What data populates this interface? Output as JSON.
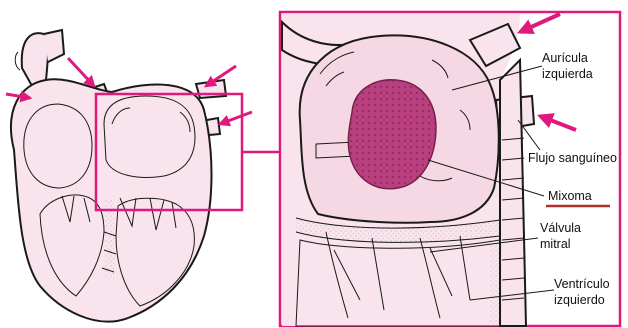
{
  "labels": {
    "auricula": [
      "Aurícula",
      "izquierda"
    ],
    "flujo": "Flujo sanguíneo",
    "mixoma": "Mixoma",
    "valvula": [
      "Válvula",
      "mitral"
    ],
    "ventriculo": [
      "Ventrículo",
      "izquierdo"
    ]
  },
  "colors": {
    "tissue_pink": "#f9e3ec",
    "chamber_pink": "#f6d8e4",
    "accent_magenta": "#e0197d",
    "tumor_fill": "#b93f7e",
    "tumor_dots": "#8c2a5e",
    "underline_red": "#b0312d",
    "outline": "#1a1a1a"
  },
  "icons": {
    "blood_flow_arrow": "flow-arrow-icon",
    "tumor": "tumor-icon"
  }
}
